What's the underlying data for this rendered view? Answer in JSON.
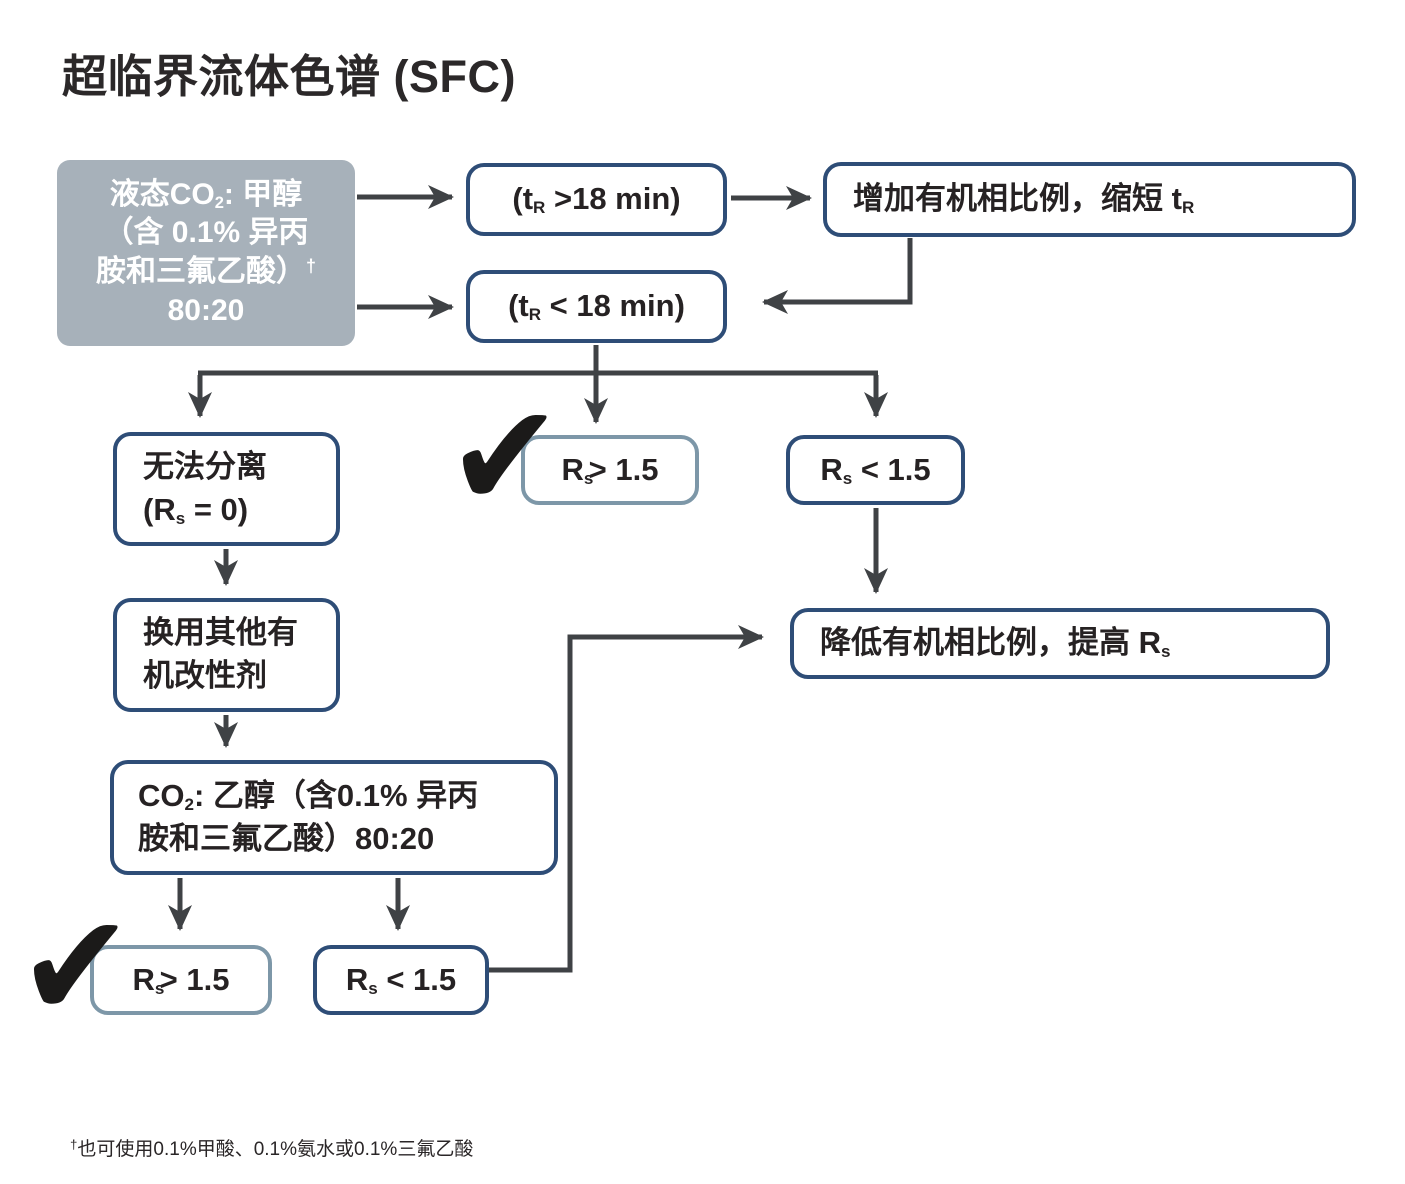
{
  "title": "超临界流体色谱 (SFC)",
  "colors": {
    "border_dark": "#2e4d77",
    "border_light": "#7d97a8",
    "start_fill": "#a7b1ba",
    "arrow": "#3f4245",
    "text": "#262223"
  },
  "nodes": {
    "start": {
      "l1a": "液态CO",
      "l1sub": "2",
      "l1b": ": 甲醇",
      "l2": "（含 0.1% 异丙",
      "l3": "胺和三氟乙酸）",
      "l3sup": "†",
      "l4": "80:20"
    },
    "tr_gt18": {
      "a": "(t",
      "sub": "R",
      "b": " >18 min)"
    },
    "increase_organic": {
      "a": "增加有机相比例，缩短 ",
      "b": "t",
      "sub": "R"
    },
    "tr_lt18": {
      "a": "(t",
      "sub": "R",
      "b": " < 18 min)"
    },
    "no_separation": {
      "l1": "无法分离",
      "l2a": "(R",
      "l2sub": "s",
      "l2b": " = 0)"
    },
    "rs_gt15_mid": {
      "a": "R",
      "sub": "s",
      "b": "> 1.5"
    },
    "rs_lt15_top": {
      "a": "R",
      "sub": "s",
      "b": " < 1.5"
    },
    "change_modifier": {
      "l1": "换用其他有",
      "l2": "机改性剂"
    },
    "decrease_organic": {
      "a": "降低有机相比例，提高 ",
      "b": "R",
      "sub": "s"
    },
    "co2_ethanol": {
      "l1a": "CO",
      "l1sub": "2",
      "l1b": ": 乙醇（含",
      "l1c": "0.1%",
      "l1d": " 异丙",
      "l2a": "胺和三氟乙酸）",
      "l2b": "80:20"
    },
    "rs_gt15_bottom": {
      "a": "R",
      "sub": "s",
      "b": "> 1.5"
    },
    "rs_lt15_bottom": {
      "a": "R",
      "sub": "s",
      "b": " < 1.5"
    }
  },
  "checkmark": "✔",
  "footnote": {
    "sup": "†",
    "text": "也可使用0.1%甲酸、0.1%氨水或0.1%三氟乙酸"
  }
}
